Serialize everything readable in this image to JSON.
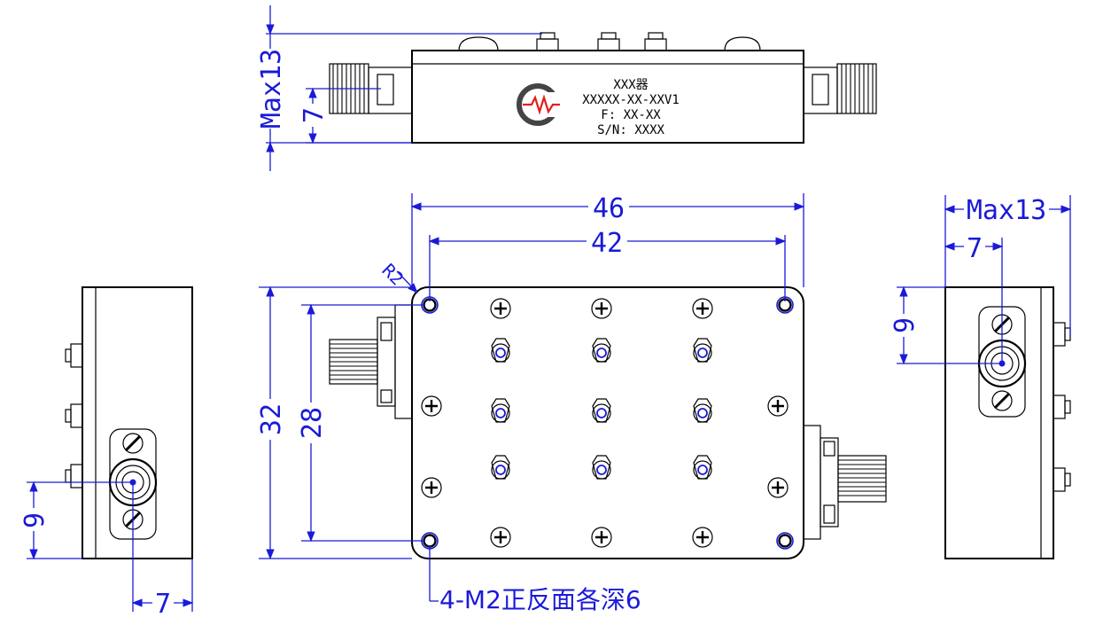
{
  "label_plate": {
    "line1": "XXX器",
    "line2": "XXXXX-XX-XXV1",
    "line3": "F: XX-XX",
    "line4": "S/N: XXXX"
  },
  "dimensions": {
    "top_max_height": "Max13",
    "top_connector_height": "7",
    "overall_length": "46",
    "hole_spacing_length": "42",
    "corner_radius": "R2",
    "overall_width": "32",
    "hole_spacing_width": "28",
    "left_offset_vertical": "9",
    "left_offset_horizontal": "7",
    "right_max_height": "Max13",
    "right_offset_horizontal": "7",
    "right_offset_vertical": "9"
  },
  "note": "4-M2正反面各深6",
  "colors": {
    "dimension_blue": "#1a1ad8",
    "logo_red": "#e0201a",
    "outline": "#000000"
  }
}
